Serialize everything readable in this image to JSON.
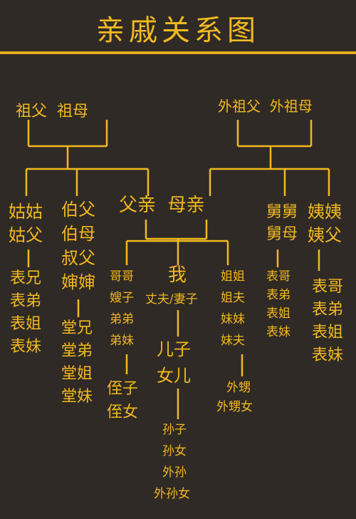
{
  "title": "亲戚关系图",
  "grandparents_paternal": "祖父  祖母",
  "grandparents_maternal": "外祖父  外祖母",
  "aunt_paternal": [
    "姑姑",
    "姑父"
  ],
  "uncle_paternal": [
    "伯父",
    "伯母",
    "叔父",
    "婶婶"
  ],
  "parents": "父亲  母亲",
  "uncle_maternal": [
    "舅舅",
    "舅母"
  ],
  "aunt_maternal": [
    "姨姨",
    "姨父"
  ],
  "cousins_biao_1": [
    "表兄",
    "表弟",
    "表姐",
    "表妹"
  ],
  "cousins_tang": [
    "堂兄",
    "堂弟",
    "堂姐",
    "堂妹"
  ],
  "siblings_elder_brother": [
    "哥哥",
    "嫂子",
    "弟弟",
    "弟妹"
  ],
  "self": "我",
  "spouse": "丈夫/妻子",
  "siblings_sister": [
    "姐姐",
    "姐夫",
    "妹妹",
    "妹夫"
  ],
  "cousins_biao_2": [
    "表哥",
    "表弟",
    "表姐",
    "表妹"
  ],
  "cousins_biao_3": [
    "表哥",
    "表弟",
    "表姐",
    "表妹"
  ],
  "children": [
    "儿子",
    "女儿"
  ],
  "nephews": [
    "侄子",
    "侄女"
  ],
  "sororal_nephews": [
    "外甥",
    "外甥女"
  ],
  "grandchildren": [
    "孙子",
    "孙女",
    "外孙",
    "外孙女"
  ],
  "colors": {
    "background": "#2f2a25",
    "accent": "#f2b81f"
  }
}
